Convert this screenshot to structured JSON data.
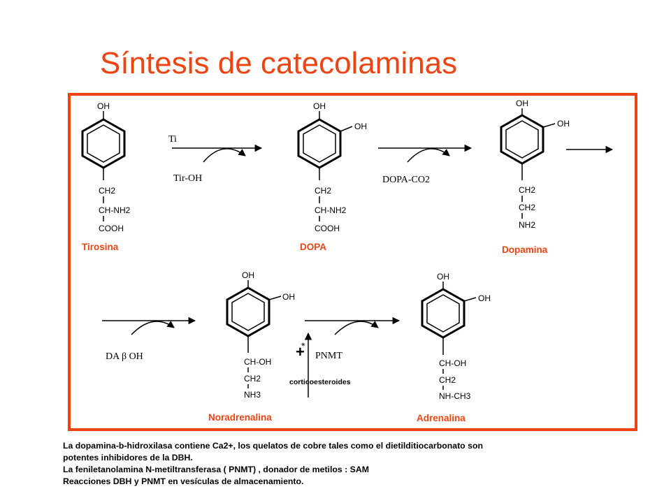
{
  "title": "Síntesis de catecolaminas",
  "colors": {
    "accent": "#ee4413",
    "ink": "#000000"
  },
  "molecules": {
    "tirosina": {
      "name": "Tirosina",
      "oh": "OH",
      "chain": [
        "CH2",
        "CH-NH2",
        "COOH"
      ]
    },
    "dopa": {
      "name": "DOPA",
      "oh1": "OH",
      "oh2": "OH",
      "chain": [
        "CH2",
        "CH-NH2",
        "COOH"
      ]
    },
    "dopamina": {
      "name": "Dopamina",
      "oh1": "OH",
      "oh2": "OH",
      "chain": [
        "CH2",
        "CH2",
        "NH2"
      ]
    },
    "noradrenalina": {
      "name": "Noradrenalina",
      "oh1": "OH",
      "oh2": "OH",
      "chain": [
        "CH-OH",
        "CH2",
        "NH3"
      ]
    },
    "adrenalina": {
      "name": "Adrenalina",
      "oh1": "OH",
      "oh2": "OH",
      "chain": [
        "CH-OH",
        "CH2",
        "NH-CH3"
      ]
    }
  },
  "reactions": {
    "r1": {
      "above": "Ti",
      "below": "Tir-OH"
    },
    "r2": {
      "below": "DOPA-CO2"
    },
    "r3": {
      "below": "DA β OH"
    },
    "r4": {
      "enzyme": "PNMT",
      "plus": "+",
      "star": "*",
      "modulator": "corticoesteroides"
    }
  },
  "notes": [
    "La dopamina-b-hidroxilasa contiene Ca2+, los quelatos de cobre tales como el dietilditiocarbonato son",
    "potentes inhibidores de la DBH.",
    "La feniletanolamina N-metiltransferasa ( PNMT) , donador de metilos : SAM",
    "Reacciones DBH y PNMT en vesículas de almacenamiento."
  ]
}
